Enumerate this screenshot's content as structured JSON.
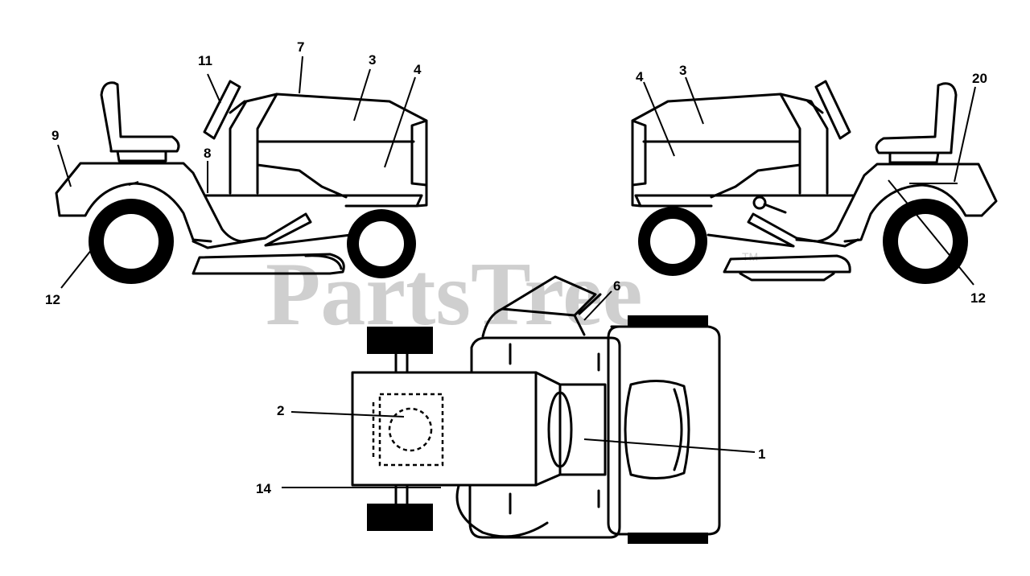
{
  "watermark": {
    "text": "PartsTree",
    "mark": "TM",
    "color": "#cfcfcf"
  },
  "callouts": {
    "left_view": [
      "11",
      "7",
      "3",
      "4",
      "9",
      "8",
      "12"
    ],
    "right_view": [
      "4",
      "3",
      "20",
      "12"
    ],
    "top_view": [
      "6",
      "2",
      "1",
      "14"
    ]
  },
  "line_color": "#000000"
}
